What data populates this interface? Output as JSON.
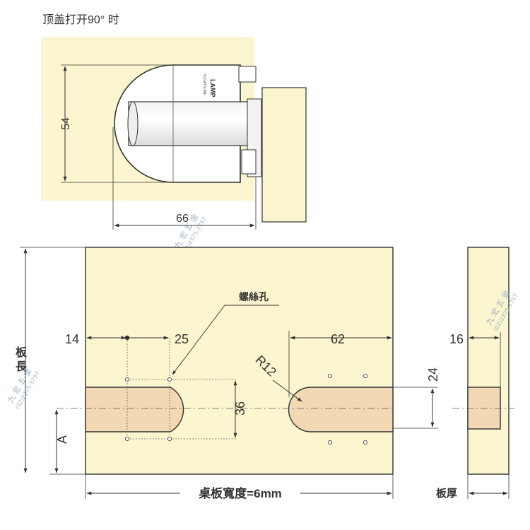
{
  "top_view": {
    "caption": "顶盖打开90° 时",
    "dim_height": "54",
    "dim_width": "66",
    "product_logo": "LAMP",
    "product_small_text": "SUGATSUNE"
  },
  "front_view": {
    "dim_left_offset": "14",
    "dim_hole_spacing": "25",
    "dim_right_offset": "62",
    "dim_slot_height": "36",
    "dim_right_slot": "24",
    "dim_radius": "R12",
    "dim_a": "A",
    "screw_hole_label": "螺絲孔",
    "board_length_label": [
      "板",
      "長"
    ],
    "board_width_label": "桌板寬度=6mm"
  },
  "side_view": {
    "dim_thickness": "16",
    "thickness_label": "板厚"
  },
  "watermark": {
    "name": "九 宏 五 金",
    "phone": "(02)2375-3797"
  },
  "colors": {
    "panel": "#fbf6cf",
    "slot": "#f3d8b4",
    "line": "#333333"
  }
}
